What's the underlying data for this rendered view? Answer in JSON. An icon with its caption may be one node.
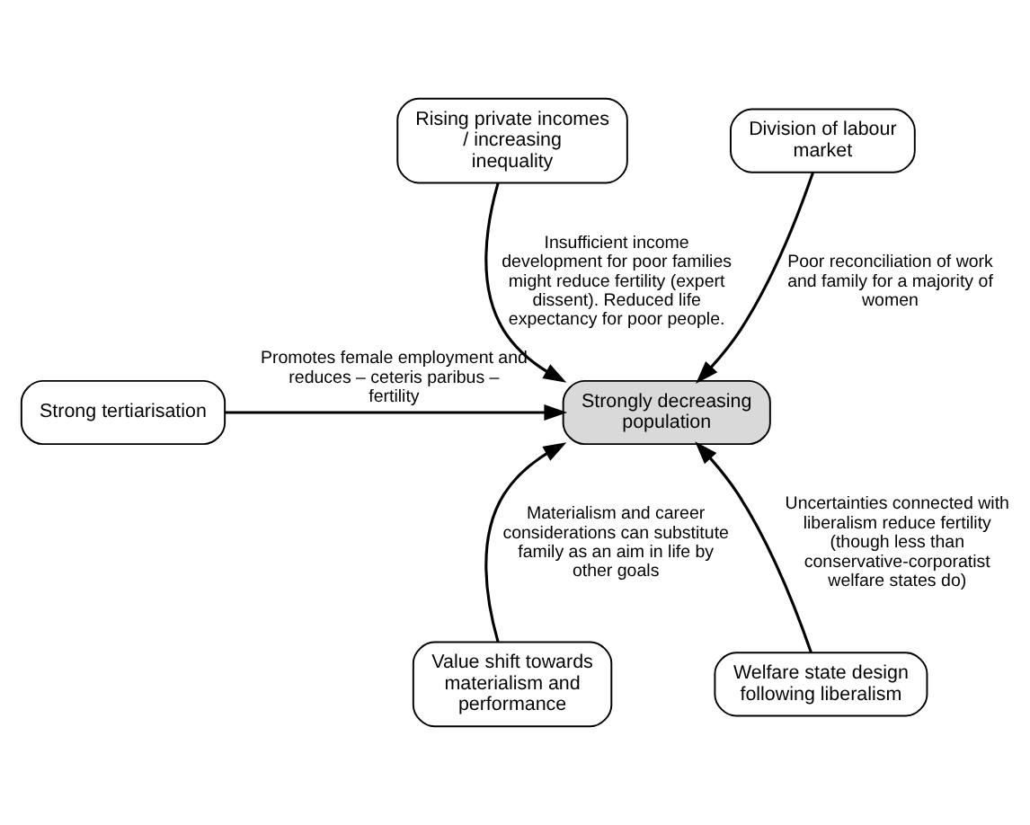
{
  "diagram": {
    "nodes": [
      {
        "text": [
          "Rising private incomes / increasing inequality"
        ]
      },
      {
        "text": [
          "Division of labour market"
        ]
      },
      {
        "text": [
          "Strong tertiarisation"
        ]
      },
      {
        "text": [
          "Strongly decreasing population"
        ]
      },
      {
        "text": [
          "Value shift towards materialism and performance"
        ]
      },
      {
        "text": [
          "Welfare state design following liberalism"
        ]
      }
    ],
    "edges": [
      {
        "from": 0,
        "to": 3,
        "arrow": "to",
        "label": "Insufficient income development for poor families might reduce fertility (expert dissent). Reduced life expectancy for poor people."
      },
      {
        "from": 1,
        "to": 3,
        "arrow": "to",
        "label": "Poor reconciliation of work and family for a majority of women"
      },
      {
        "from": 2,
        "to": 3,
        "arrow": "to",
        "label": "Promotes female employment and reduces – ceteris paribus – fertility"
      },
      {
        "from": 4,
        "to": 3,
        "arrow": "to",
        "label": "Materialism and career considerations can substitute family as an aim in life by other goals"
      },
      {
        "from": 5,
        "to": 3,
        "arrow": "to",
        "label": "Uncertainties connected with liberalism reduce fertility (though less than conservative-corporatist welfare states do)"
      }
    ]
  }
}
